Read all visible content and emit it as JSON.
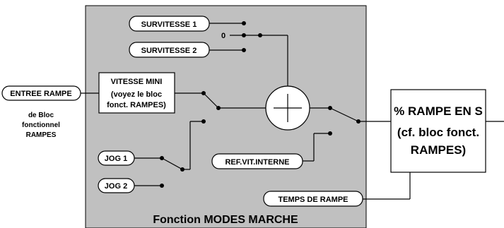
{
  "panel": {
    "title": "Fonction MODES MARCHE"
  },
  "inputs": {
    "entree_rampe": "ENTREE RAMPE",
    "source_note": [
      "de Bloc",
      "fonctionnel",
      "RAMPES"
    ]
  },
  "selectors": {
    "survitesse_1": "SURVITESSE  1",
    "survitesse_2": "SURVITESSE 2",
    "zero_label": "0",
    "jog_1": "JOG 1",
    "jog_2": "JOG 2",
    "ref_vit_interne": "REF.VIT.INTERNE",
    "temps_de_rampe": "TEMPS DE RAMPE"
  },
  "vitesse_mini": {
    "lines": [
      "VITESSE MINI",
      "(voyez le bloc",
      "fonct.  RAMPES)"
    ]
  },
  "output_box": {
    "lines": [
      "% RAMPE EN S",
      "(cf. bloc fonct.",
      "RAMPES)"
    ]
  }
}
